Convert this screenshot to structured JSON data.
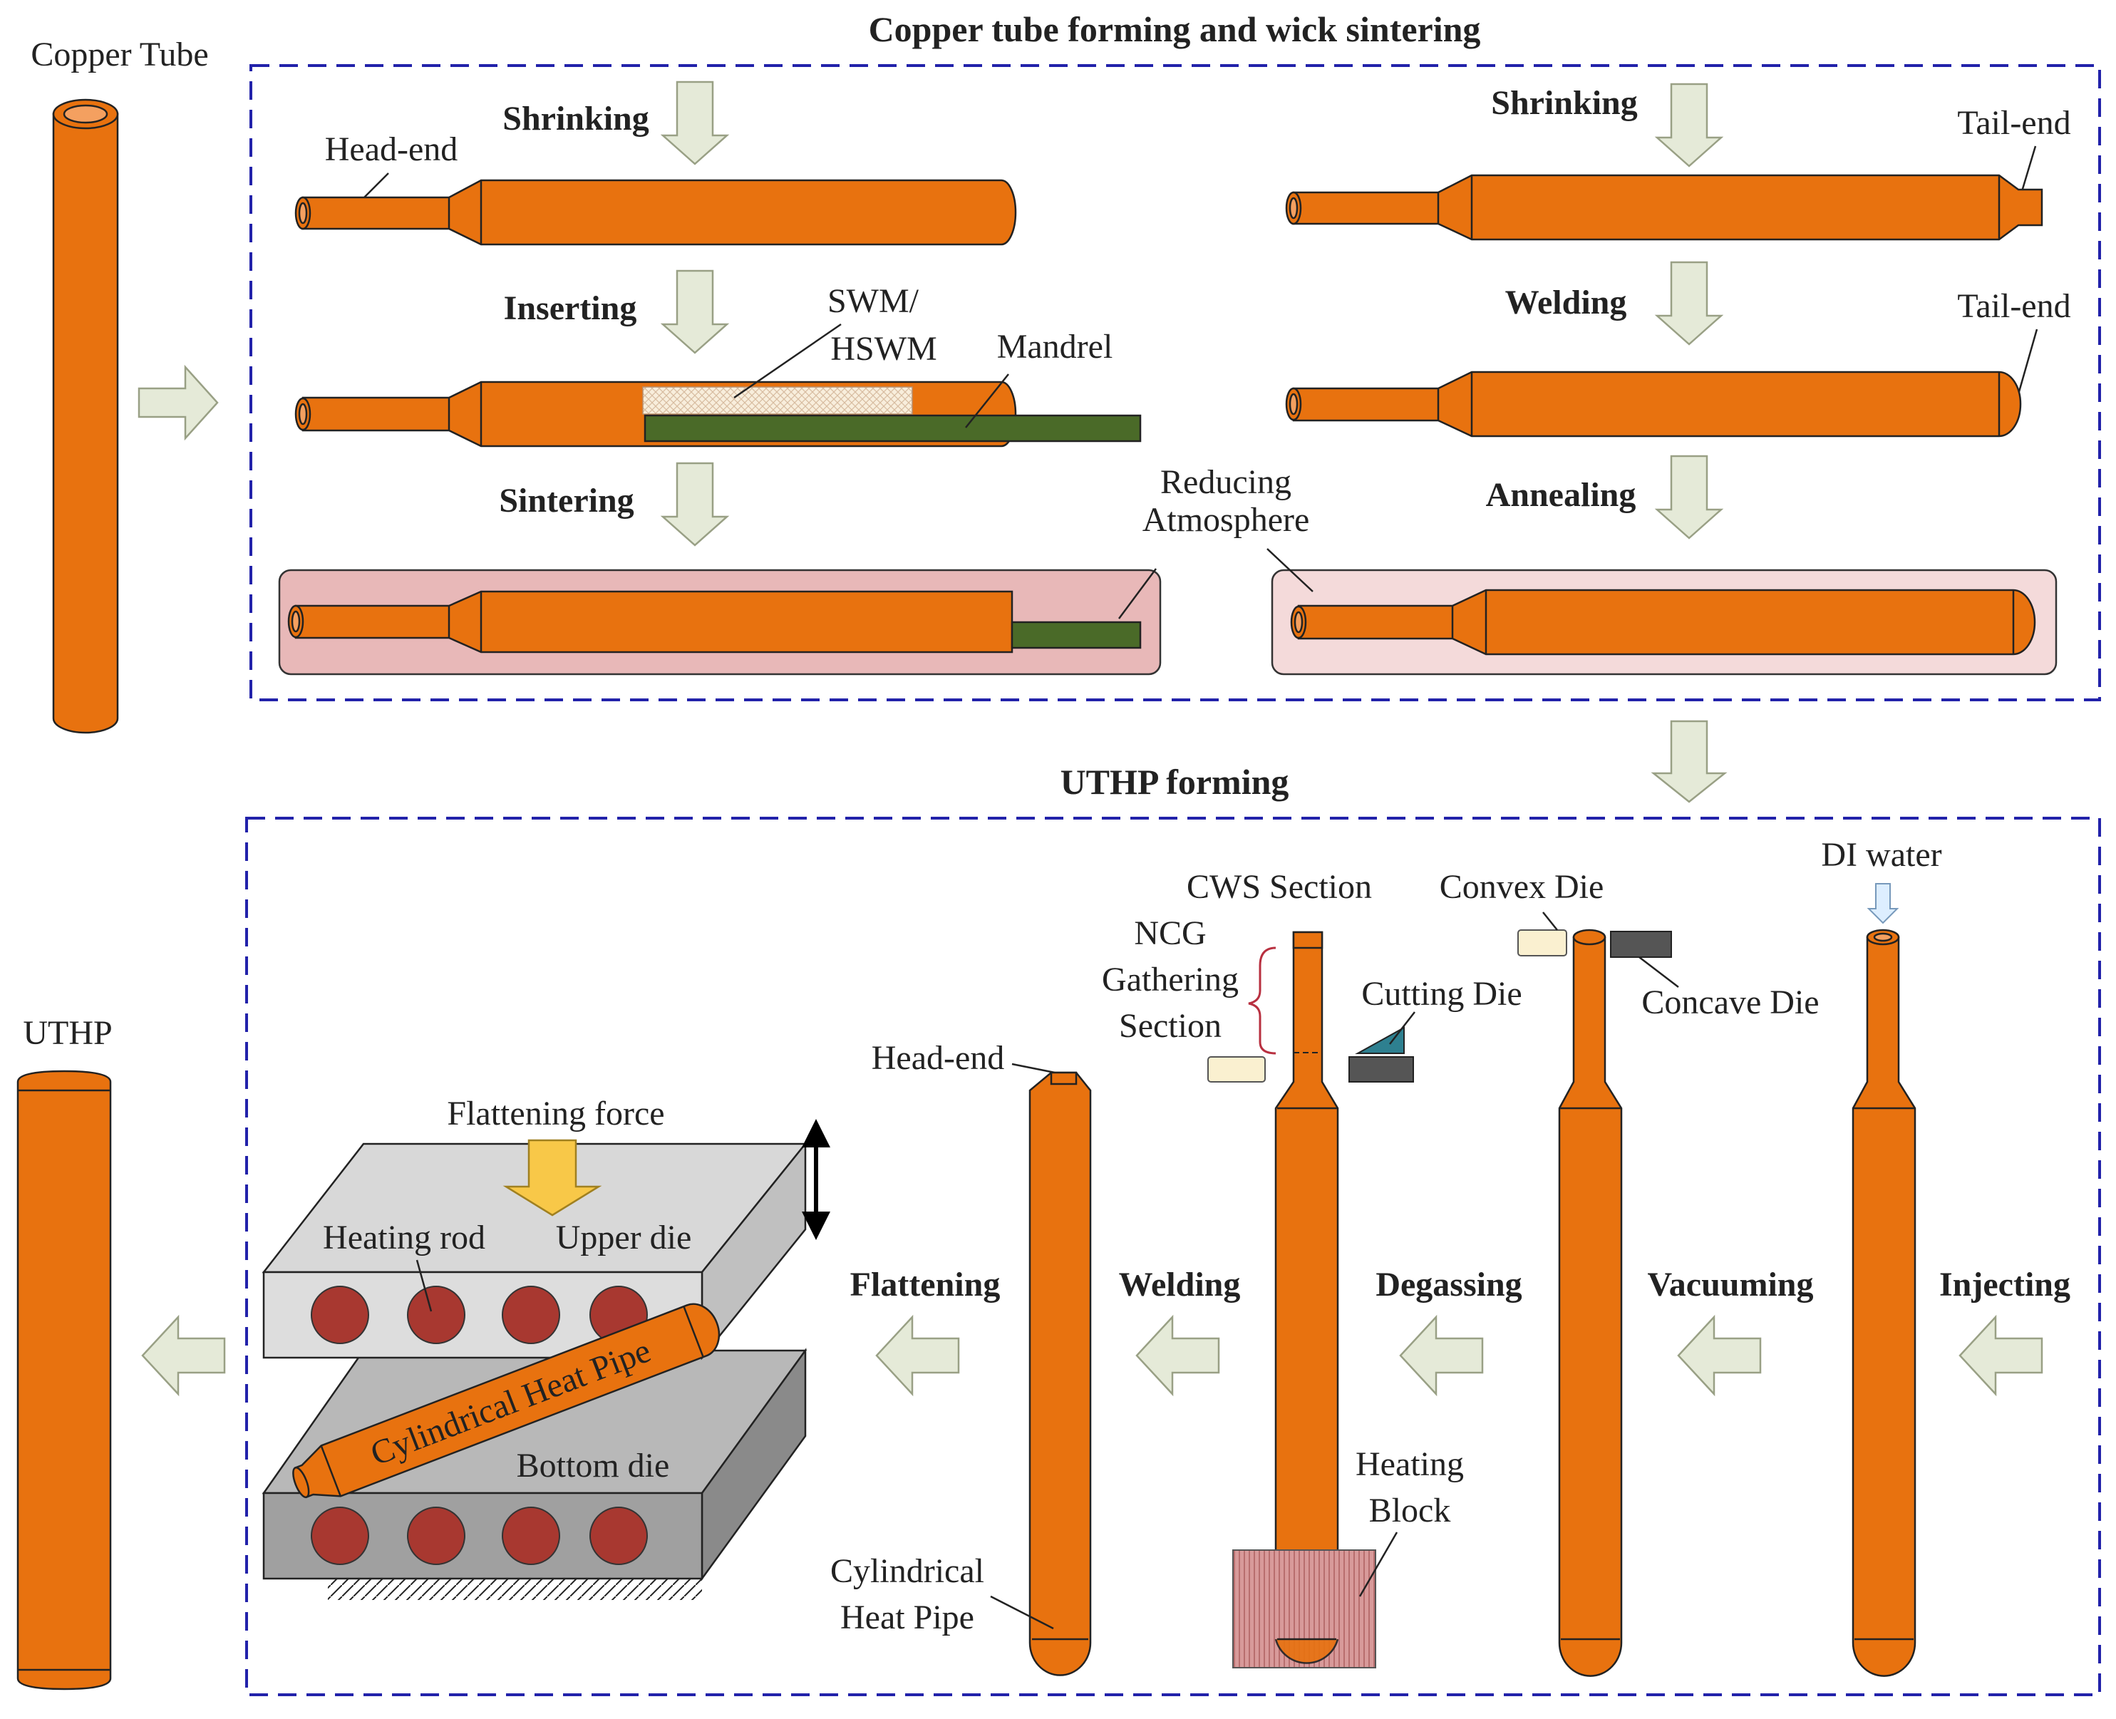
{
  "colors": {
    "copper": "#E8720F",
    "frame": "#2222AA",
    "arrow": "#E5EAD8",
    "mandrel": "#4A6A28",
    "furnace_dark": "#E8B8B8",
    "furnace_light": "#F4DADA",
    "die_upper": "#D8D8D8",
    "die_bottom": "#A0A0A0",
    "heating_rod": "#A83830",
    "force_arrow": "#F8C848",
    "cutting_die": "#2E8090",
    "block": "#D89A9A"
  },
  "labels": {
    "copper_tube": "Copper Tube",
    "uthp": "UTHP",
    "top_title": "Copper tube forming and wick sintering",
    "bottom_title": "UTHP forming",
    "shrinking_left": "Shrinking",
    "inserting": "Inserting",
    "sintering": "Sintering",
    "shrinking_right": "Shrinking",
    "welding_top": "Welding",
    "annealing": "Annealing",
    "head_end_top": "Head-end",
    "swm": "SWM/",
    "hswm": "HSWM",
    "mandrel": "Mandrel",
    "reducing": "Reducing",
    "atmosphere": "Atmosphere",
    "tail_end_1": "Tail-end",
    "tail_end_2": "Tail-end",
    "flattening": "Flattening",
    "welding_bottom": "Welding",
    "degassing": "Degassing",
    "vacuuming": "Vacuuming",
    "injecting": "Injecting",
    "flattening_force": "Flattening force",
    "heating_rod": "Heating rod",
    "upper_die": "Upper die",
    "bottom_die": "Bottom die",
    "cylindrical_heat_pipe_rotated": "Cylindrical Heat Pipe",
    "head_end_bottom": "Head-end",
    "cylindrical": "Cylindrical",
    "heat_pipe": "Heat Pipe",
    "cws_section": "CWS Section",
    "ncg": "NCG",
    "gathering": "Gathering",
    "section": "Section",
    "cutting_die": "Cutting Die",
    "heating": "Heating",
    "block": "Block",
    "convex_die": "Convex Die",
    "concave_die": "Concave Die",
    "di_water": "DI water"
  }
}
